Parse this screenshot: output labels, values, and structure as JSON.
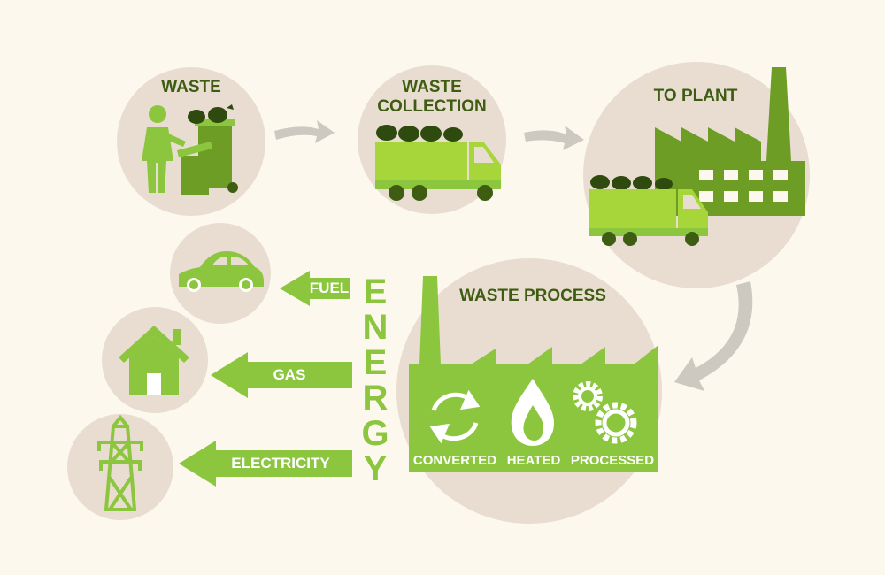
{
  "steps": {
    "waste": "WASTE",
    "collection_line1": "WASTE",
    "collection_line2": "COLLECTION",
    "plant": "TO PLANT",
    "process": "WASTE PROCESS"
  },
  "process_stages": {
    "converted": "CONVERTED",
    "heated": "HEATED",
    "processed": "PROCESSED"
  },
  "energy_letters": [
    "E",
    "N",
    "E",
    "R",
    "G",
    "Y"
  ],
  "outputs": {
    "fuel": "FUEL",
    "gas": "GAS",
    "electricity": "ELECTRICITY"
  },
  "colors": {
    "background": "#fdf8ee",
    "circle": "#e8ddd0",
    "light_green": "#8cc63f",
    "dark_green": "#5b8f1e",
    "flow_arrow": "#cdc8c0",
    "label_text": "#3e5c12"
  },
  "icons": [
    "person-icon",
    "waste-bin-icon",
    "garbage-truck-icon",
    "factory-icon",
    "recycle-icon",
    "flame-icon",
    "gears-icon",
    "car-icon",
    "house-icon",
    "power-pylon-icon"
  ]
}
